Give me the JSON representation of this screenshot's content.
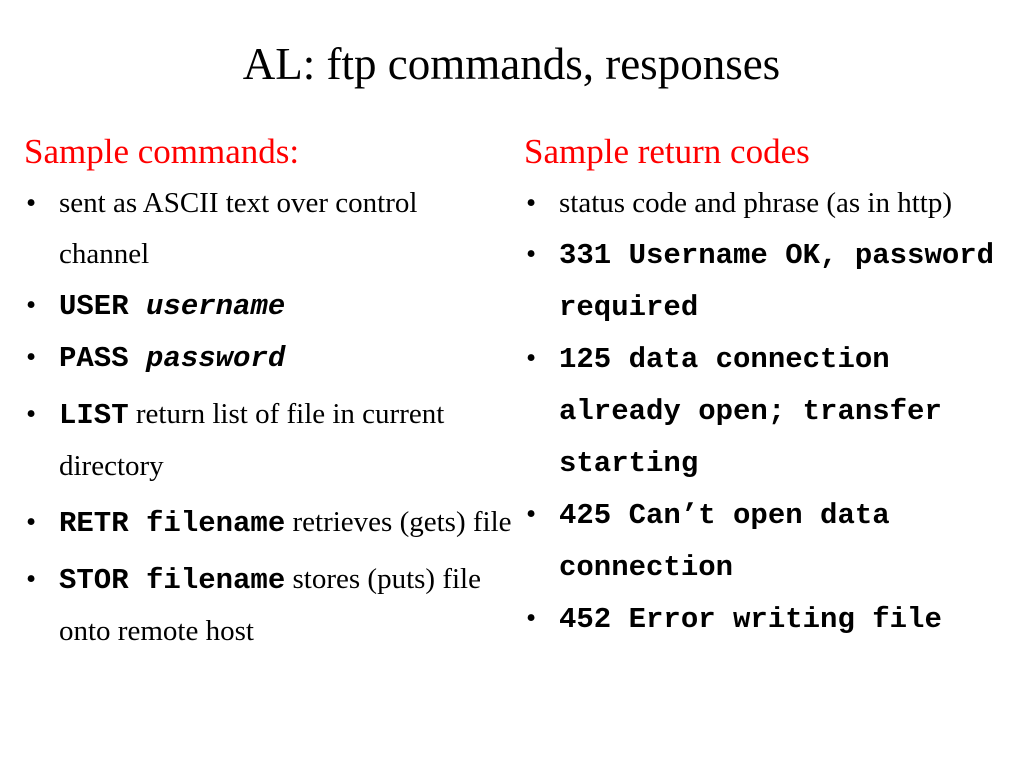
{
  "slide": {
    "title": "AL: ftp commands, responses"
  },
  "left": {
    "heading": "Sample commands:",
    "b1": "sent as ASCII text over control channel",
    "user_cmd": "USER",
    "user_arg": "username",
    "pass_cmd": "PASS",
    "pass_arg": "password",
    "list_cmd": "LIST",
    "list_text": " return list of file in current directory",
    "retr_cmd": "RETR filename",
    "retr_text": " retrieves (gets) file",
    "stor_cmd": "STOR filename",
    "stor_text": " stores (puts) file onto remote host"
  },
  "right": {
    "heading": "Sample return codes",
    "b1": "status code and phrase (as in http)",
    "c1": "331 Username OK, password required",
    "c2": "125 data connection already open; transfer starting",
    "c3": "425 Can’t open data connection",
    "c4": "452 Error writing file"
  },
  "bullet_glyph": "•"
}
